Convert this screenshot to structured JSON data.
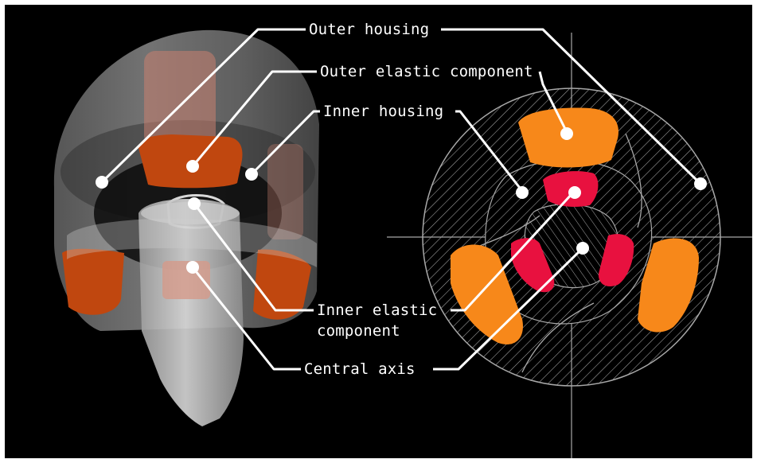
{
  "labels": {
    "outer_housing": "Outer housing",
    "outer_elastic_component": "Outer elastic component",
    "inner_housing": "Inner housing",
    "inner_elastic_component_line1": "Inner elastic",
    "inner_elastic_component_line2": "component",
    "central_axis": "Central axis"
  },
  "colors": {
    "background": "#000000",
    "label_text": "#ffffff",
    "leader_line": "#ffffff",
    "outer_elastic_fill": "#f7881a",
    "inner_elastic_fill": "#e8113f",
    "model_rubber": "#c0470f",
    "hatch_line": "#a8a8a8",
    "crosshair": "#a8a8a8"
  },
  "icons": {
    "callout_marker": "white-dot"
  }
}
